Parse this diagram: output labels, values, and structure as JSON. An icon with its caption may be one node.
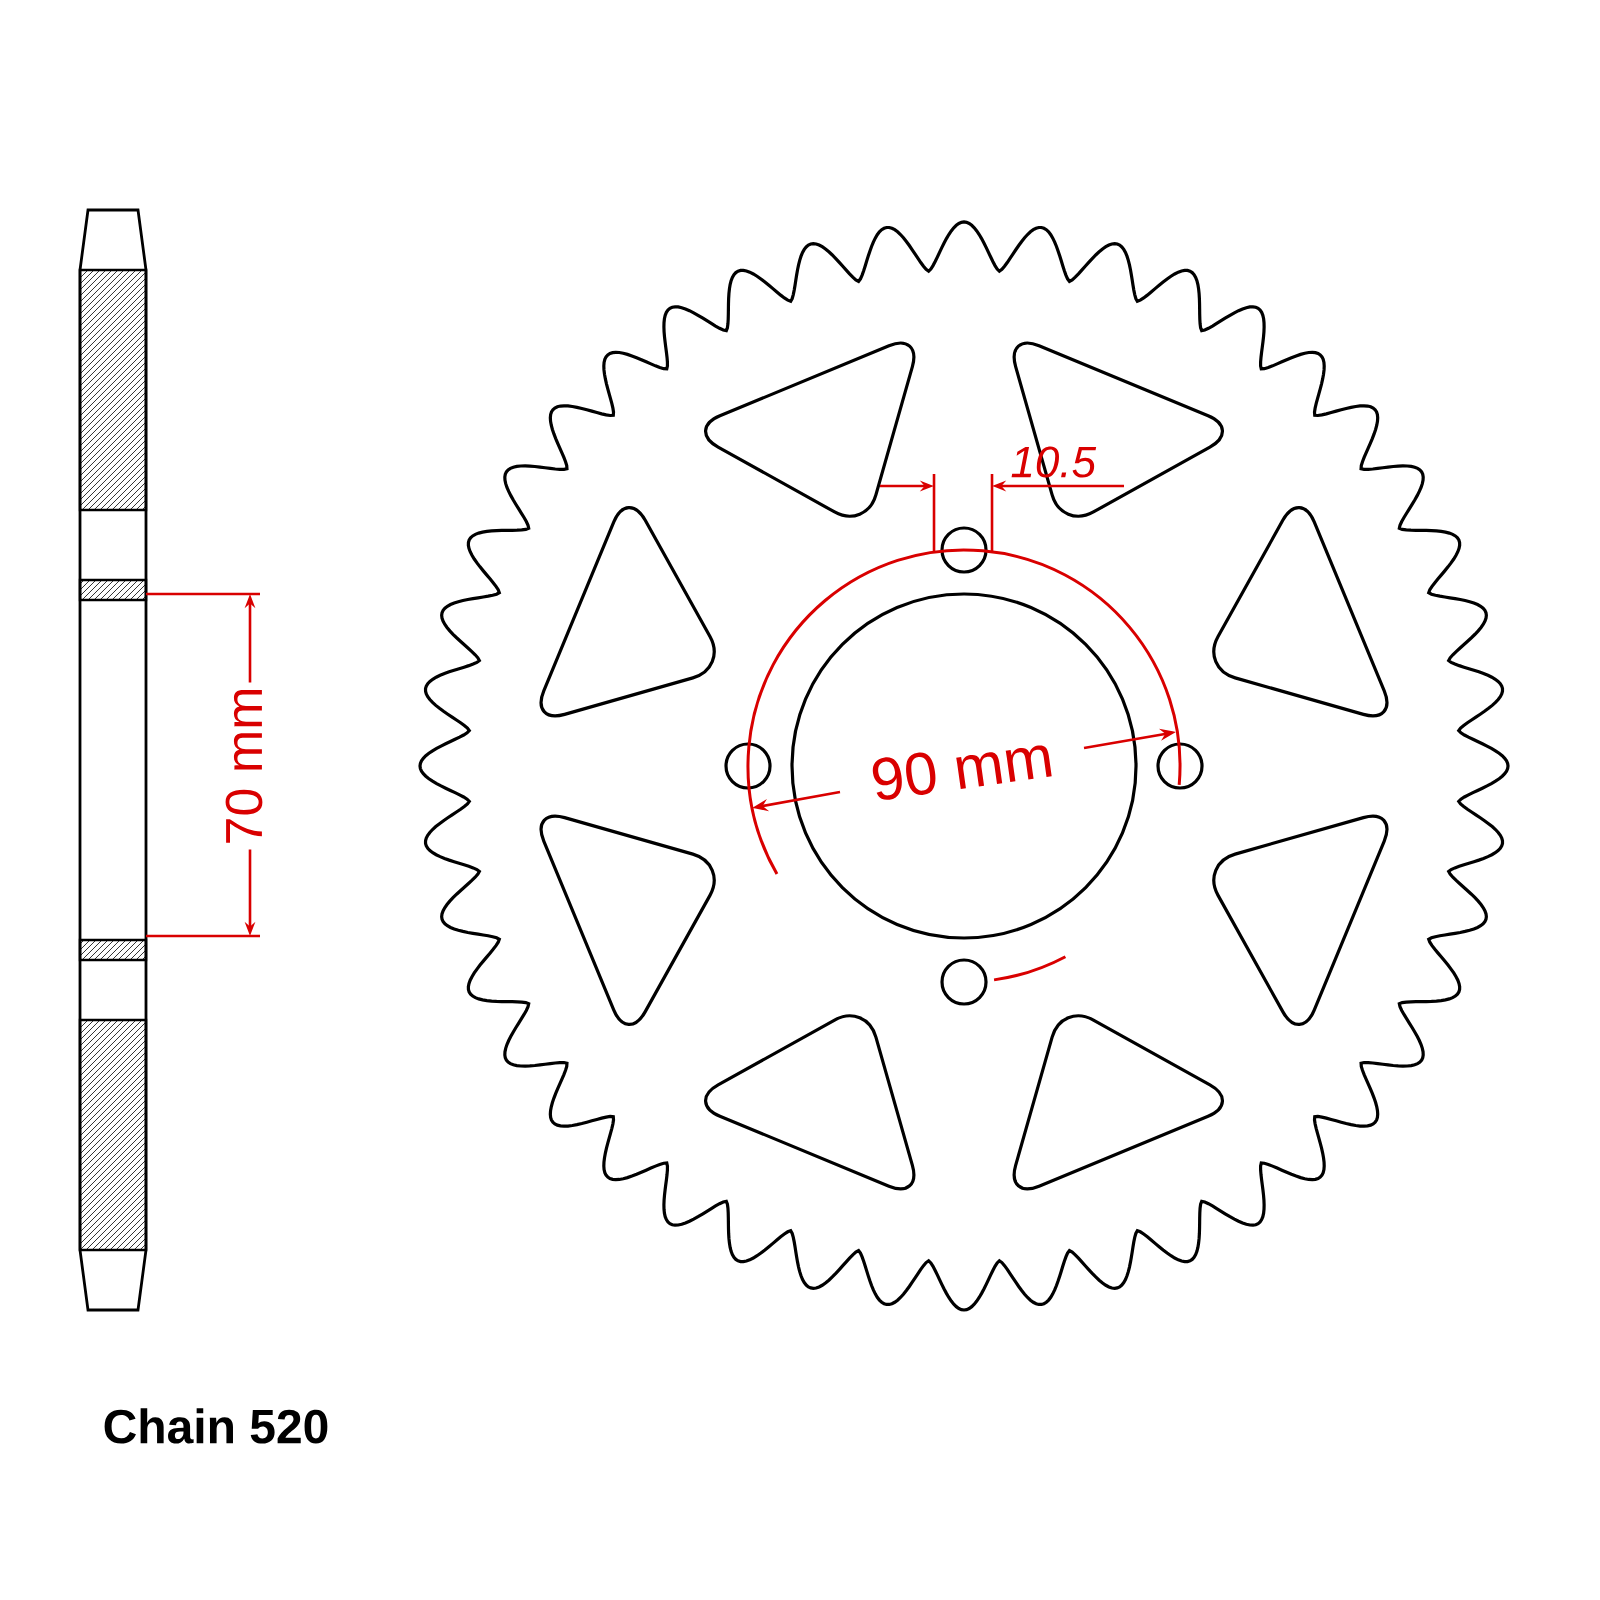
{
  "diagram": {
    "labels": [
      "10.5",
      "70 mm",
      "90 mm",
      "Chain 520"
    ]
  }
}
